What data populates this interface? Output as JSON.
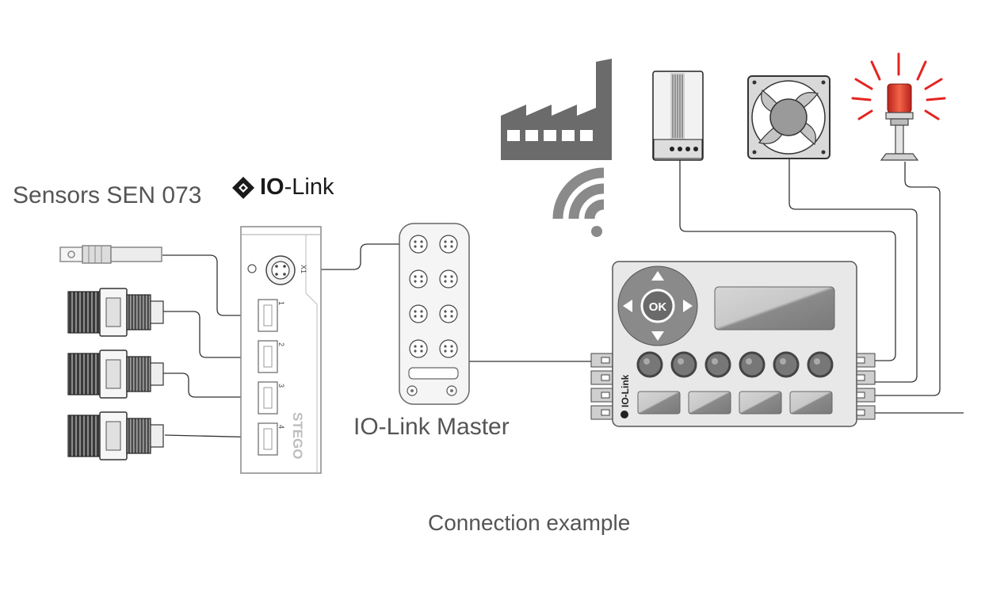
{
  "header": {
    "sensors_title": "Sensors SEN 073"
  },
  "logo": {
    "io": "IO",
    "link": "-Link"
  },
  "hub": {
    "port_numbers": [
      "1",
      "2",
      "3",
      "4"
    ],
    "x1_label": "X1",
    "brand": "STEGO"
  },
  "master": {
    "label": "IO-Link Master"
  },
  "controller": {
    "ok_label": "OK",
    "side_logo": "IO-Link"
  },
  "footer": {
    "caption": "Connection example"
  },
  "icons": [
    "factory-icon",
    "wifi-icon",
    "heater-icon",
    "fan-icon",
    "signal-light-icon"
  ],
  "colors": {
    "line": "#333333",
    "device_gray": "#6e6e6e",
    "panel_light": "#e8e8e8",
    "signal_red": "#e52421"
  }
}
